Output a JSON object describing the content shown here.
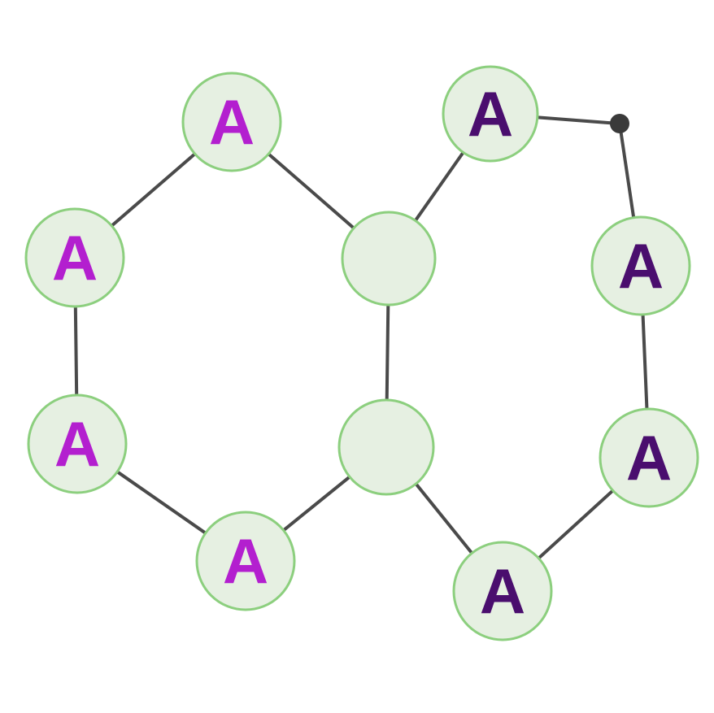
{
  "colors": {
    "node_fill": "#e6f0e2",
    "node_stroke": "#8ccf7e",
    "edge": "#4a4a4a",
    "junction": "#3a3a3a",
    "label_magenta": "#b31fcf",
    "label_purple": "#4a0e6e"
  },
  "nodes": [
    {
      "id": "left-top",
      "label": "A",
      "color": "label_magenta"
    },
    {
      "id": "left-upper",
      "label": "A",
      "color": "label_magenta"
    },
    {
      "id": "left-lower",
      "label": "A",
      "color": "label_magenta"
    },
    {
      "id": "left-bottom",
      "label": "A",
      "color": "label_magenta"
    },
    {
      "id": "shared-top",
      "label": "",
      "color": "label_magenta"
    },
    {
      "id": "shared-bottom",
      "label": "",
      "color": "label_magenta"
    },
    {
      "id": "right-top",
      "label": "A",
      "color": "label_purple"
    },
    {
      "id": "right-upper",
      "label": "A",
      "color": "label_purple"
    },
    {
      "id": "right-lower",
      "label": "A",
      "color": "label_purple"
    },
    {
      "id": "right-bottom",
      "label": "A",
      "color": "label_purple"
    }
  ],
  "edges": [
    [
      "left-top",
      "left-upper"
    ],
    [
      "left-upper",
      "left-lower"
    ],
    [
      "left-lower",
      "left-bottom"
    ],
    [
      "left-bottom",
      "shared-bottom"
    ],
    [
      "shared-bottom",
      "shared-top"
    ],
    [
      "shared-top",
      "left-top"
    ],
    [
      "shared-top",
      "right-top"
    ],
    [
      "right-top",
      "junction"
    ],
    [
      "junction",
      "right-upper"
    ],
    [
      "right-upper",
      "right-lower"
    ],
    [
      "right-lower",
      "right-bottom"
    ],
    [
      "right-bottom",
      "shared-bottom"
    ]
  ]
}
